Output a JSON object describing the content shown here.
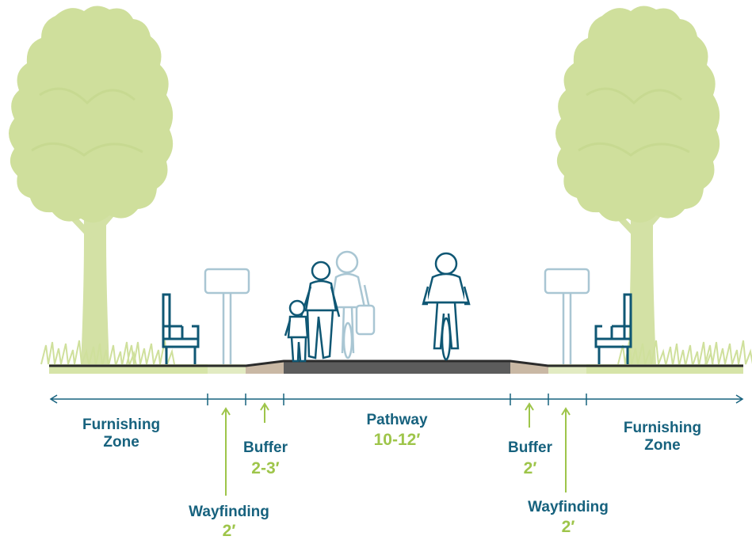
{
  "colors": {
    "tree": "#cddc9a",
    "dimension_line": "#17627e",
    "figure_outline": "#0f5774",
    "ghost_outline": "#a9c6d3",
    "label_blue": "#17627e",
    "label_green": "#9ec54a",
    "pathway": "#5c5c5c",
    "buffer": "#c9b8a4",
    "ground": "#2b2b2b",
    "grass": "#cfe09c"
  },
  "icons": [
    "tree-icon",
    "bench-icon",
    "wayfinding-sign-icon",
    "child-pedestrian-icon",
    "adult-pedestrian-icon",
    "ghost-cyclist-icon",
    "cyclist-icon"
  ],
  "zones": {
    "furnishing_left": {
      "name_line1": "Furnishing",
      "name_line2": "Zone"
    },
    "wayfinding_left": {
      "name": "Wayfinding",
      "width": "2′"
    },
    "buffer_left": {
      "name": "Buffer",
      "width": "2-3′"
    },
    "pathway": {
      "name": "Pathway",
      "width": "10-12′"
    },
    "buffer_right": {
      "name": "Buffer",
      "width": "2′"
    },
    "wayfinding_right": {
      "name": "Wayfinding",
      "width": "2′"
    },
    "furnishing_right": {
      "name_line1": "Furnishing",
      "name_line2": "Zone"
    }
  }
}
